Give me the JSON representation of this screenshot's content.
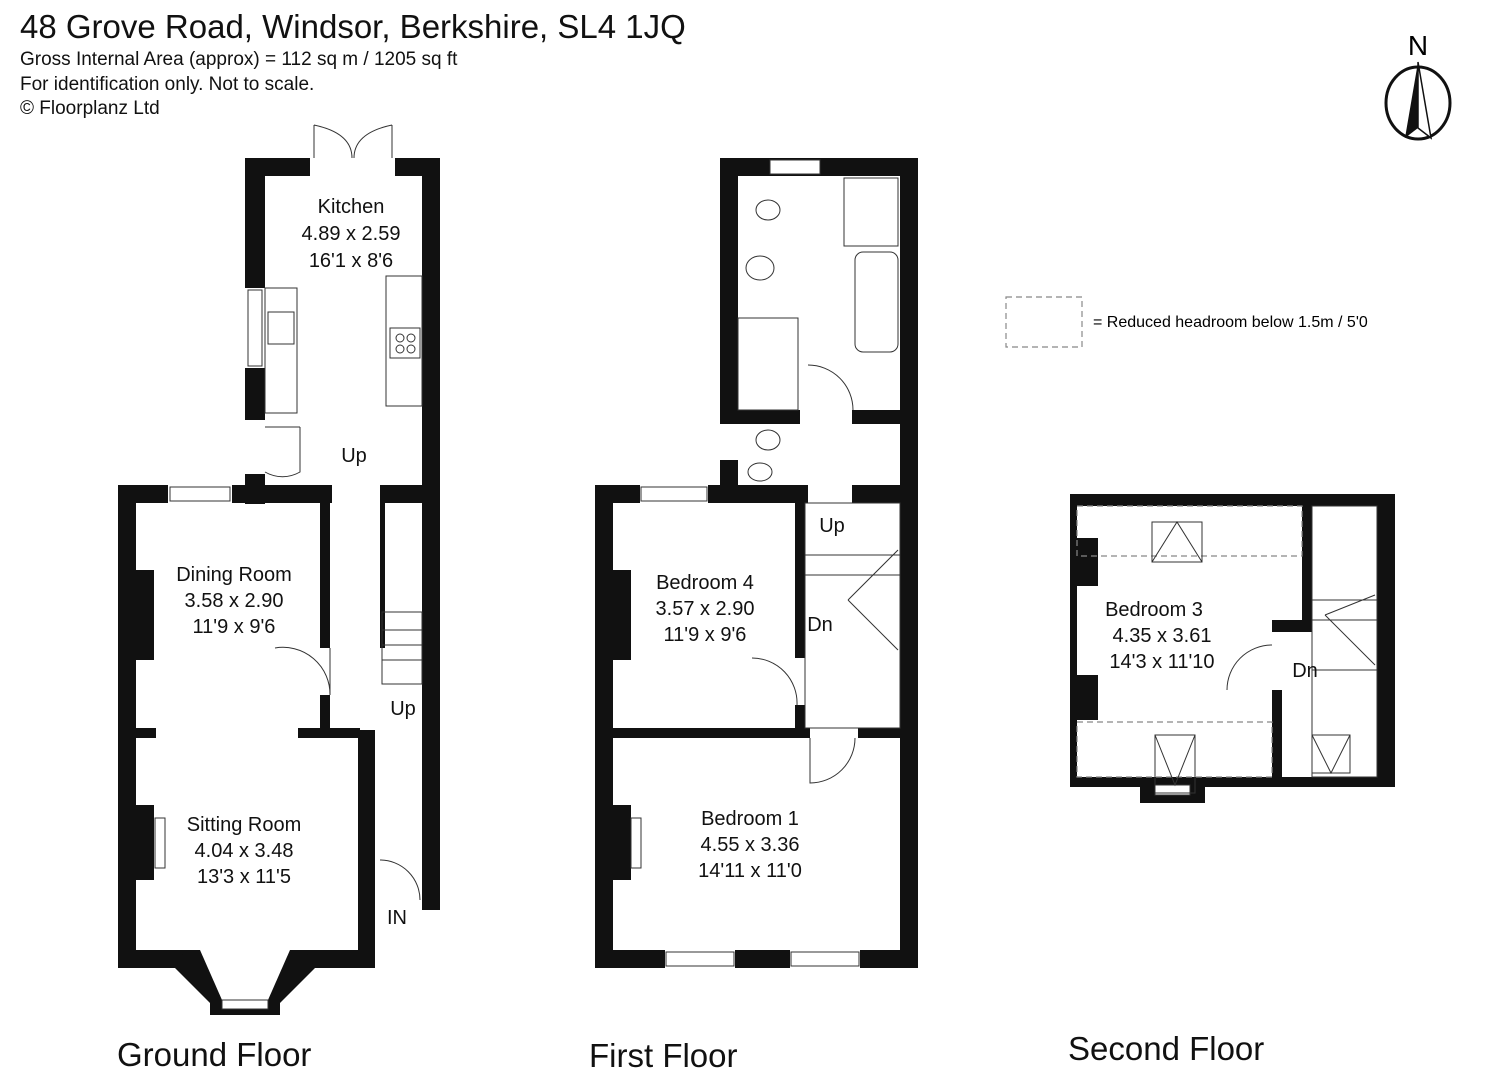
{
  "header": {
    "title": "48 Grove Road, Windsor, Berkshire, SL4 1JQ",
    "gross_internal_area": "Gross Internal Area (approx) = 112 sq m / 1205 sq ft",
    "disclaimer": "For identification only. Not to scale.",
    "copyright": "© Floorplanz Ltd"
  },
  "compass": {
    "label": "N"
  },
  "legend": {
    "text": "= Reduced headroom below 1.5m / 5'0"
  },
  "floors": {
    "ground": {
      "name": "Ground Floor",
      "rooms": {
        "kitchen": {
          "name": "Kitchen",
          "metric": "4.89 x 2.59",
          "imperial": "16'1 x 8'6"
        },
        "dining": {
          "name": "Dining Room",
          "metric": "3.58 x 2.90",
          "imperial": "11'9 x 9'6"
        },
        "sitting": {
          "name": "Sitting Room",
          "metric": "4.04 x 3.48",
          "imperial": "13'3 x 11'5"
        }
      },
      "markers": {
        "up1": "Up",
        "up2": "Up",
        "in": "IN"
      }
    },
    "first": {
      "name": "First Floor",
      "rooms": {
        "bed4": {
          "name": "Bedroom 4",
          "metric": "3.57 x 2.90",
          "imperial": "11'9 x 9'6"
        },
        "bed1": {
          "name": "Bedroom 1",
          "metric": "4.55 x 3.36",
          "imperial": "14'11 x 11'0"
        }
      },
      "markers": {
        "up": "Up",
        "dn": "Dn"
      }
    },
    "second": {
      "name": "Second Floor",
      "rooms": {
        "bed3": {
          "name": "Bedroom 3",
          "metric": "4.35 x 3.61",
          "imperial": "14'3 x 11'10"
        }
      },
      "markers": {
        "dn": "Dn"
      }
    }
  }
}
